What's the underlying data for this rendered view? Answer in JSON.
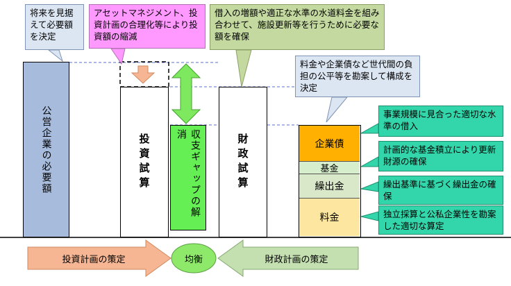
{
  "callouts": {
    "public_needs_note": "将来を見据えて必要額を決定",
    "asset_mgmt_note": "アセットマネジメント、投資計画の合理化等により投資額の縮減",
    "borrowing_note": "借入の増額や適正な水準の水道料金を組み合わせて、施設更新等を行うために必要な額を確保",
    "fairness_note": "料金や企業債など世代間の負担の公平等を勘案して構成を決定",
    "bond_note": "事業規模に見合った適切な水準の借入",
    "fund_note": "計画的な基金積立により更新財源の確保",
    "transfer_note": "繰出基準に基づく繰出金の確保",
    "fee_note": "独立採算と公私企業性を勘案した適切な算定"
  },
  "blocks": {
    "public_needs": "公営企業の必要額",
    "investment_estimate": "投資試算",
    "gap_resolution": "収支ギャップの解消",
    "finance_estimate": "財政試算"
  },
  "sources": {
    "bond": "企業債",
    "fund": "基金",
    "transfer": "繰出金",
    "fee": "料金"
  },
  "bottom": {
    "investment_plan": "投資計画の策定",
    "balance": "均衡",
    "finance_plan": "財政計画の策定"
  },
  "colors": {
    "callout_blue": "#dce6f2",
    "callout_pink": "#ff99ff",
    "callout_green": "#c4d9a0",
    "callout_teal": "#33d6aa",
    "needs_bar": "#a7bcdc",
    "gap_bar": "#66ee55",
    "bond": "#ffb000",
    "fund": "#d6eecb",
    "transfer": "#d9e8c8",
    "fee": "#fde7a0",
    "arrow_orange": "#f6b694",
    "arrow_green": "#c4dfb0",
    "balance_circle": "#8ee86a"
  }
}
